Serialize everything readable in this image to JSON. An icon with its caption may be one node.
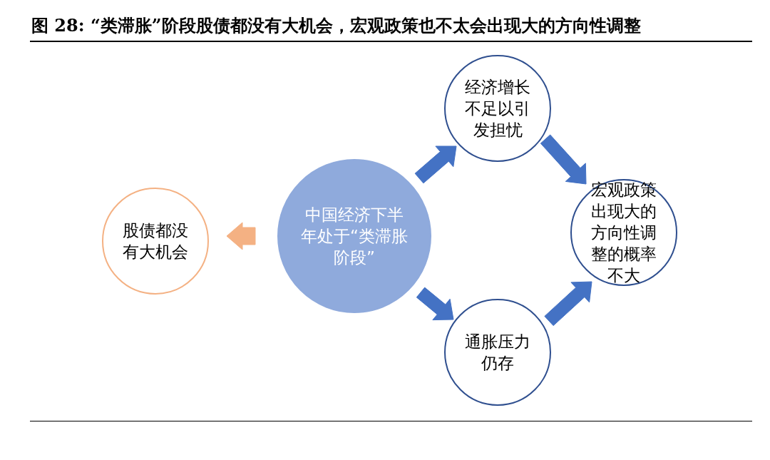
{
  "diagram": {
    "title": "图 28: “类滞胀”阶段股债都没有大机会，宏观政策也不太会出现大的方向性调整",
    "nodes": [
      {
        "text": [
          "中国经济下半年处于“类滞胀阶段”"
        ]
      },
      {
        "text": [
          "股债都没有大机会"
        ]
      },
      {
        "text": [
          "经济增长不足以引发担忧"
        ]
      },
      {
        "text": [
          "宏观政策出现大的方向性调整的概率不大"
        ]
      },
      {
        "text": [
          "通胀压力仍存"
        ]
      }
    ],
    "edges": [
      {
        "from": 0,
        "to": 1,
        "arrow": "to",
        "color": "#f4b183"
      },
      {
        "from": 0,
        "to": 2,
        "arrow": "to"
      },
      {
        "from": 2,
        "to": 3,
        "arrow": "to"
      },
      {
        "from": 0,
        "to": 4,
        "arrow": "to"
      },
      {
        "from": 4,
        "to": 3,
        "arrow": "to"
      }
    ]
  }
}
